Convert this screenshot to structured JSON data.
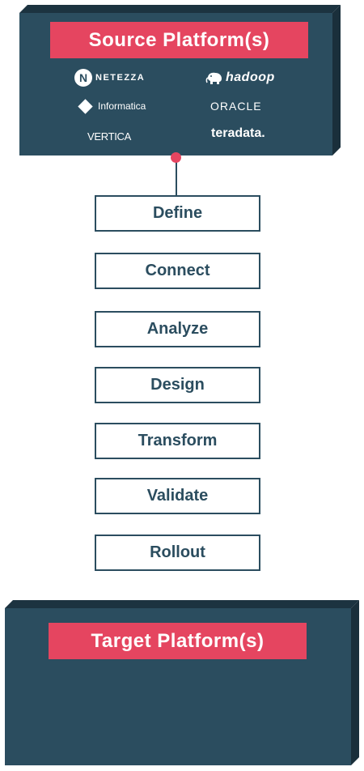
{
  "source": {
    "title": "Source Platform(s)",
    "logos": {
      "netezza": {
        "mark": "N",
        "text": "NETEZZA"
      },
      "hadoop": {
        "text": "hadoop"
      },
      "informatica": {
        "text": "Informatica"
      },
      "oracle": {
        "text": "ORACLE"
      },
      "vertica": {
        "text": "VERTICA"
      },
      "teradata": {
        "text": "teradata."
      }
    }
  },
  "steps": [
    "Define",
    "Connect",
    "Analyze",
    "Design",
    "Transform",
    "Validate",
    "Rollout"
  ],
  "target": {
    "title": "Target Platform(s)"
  },
  "colors": {
    "box": "#2b4d5f",
    "accent": "#e54560",
    "step_border": "#2b4d5f"
  }
}
